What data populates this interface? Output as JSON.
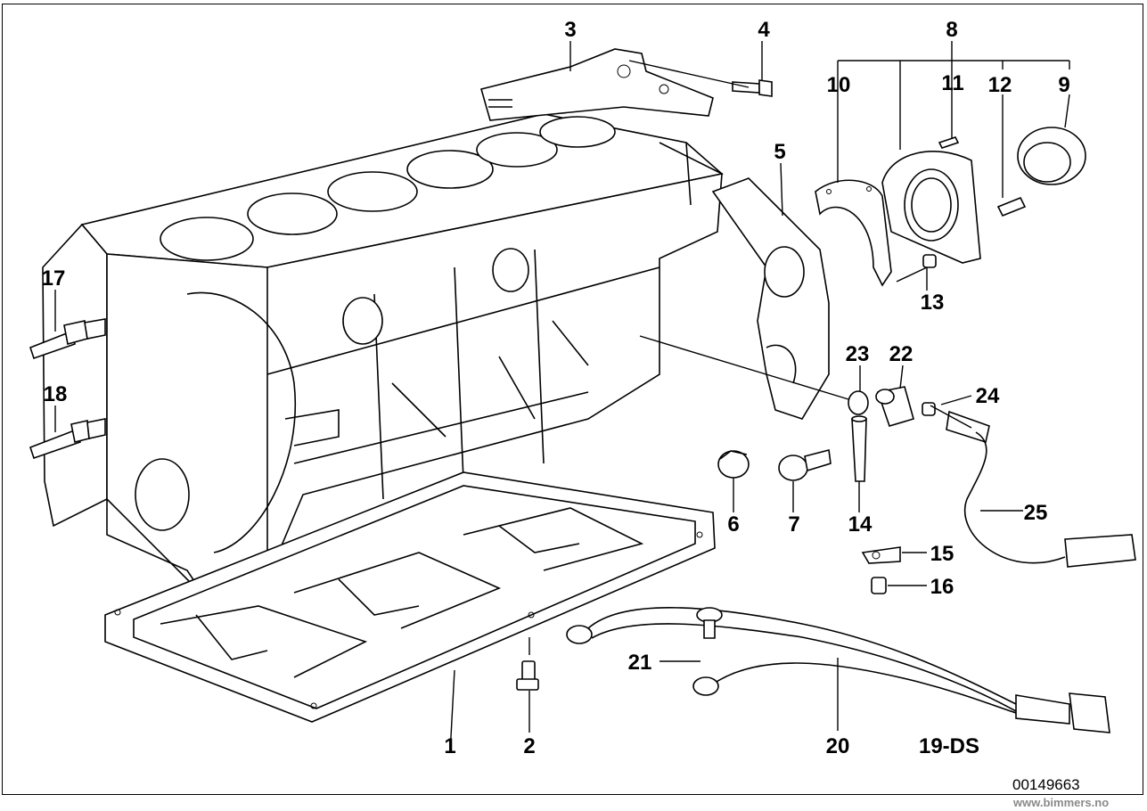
{
  "callouts": {
    "c1": "1",
    "c2": "2",
    "c3": "3",
    "c4": "4",
    "c5": "5",
    "c6": "6",
    "c7": "7",
    "c8": "8",
    "c9": "9",
    "c10": "10",
    "c11": "11",
    "c12": "12",
    "c13": "13",
    "c14": "14",
    "c15": "15",
    "c16": "16",
    "c17": "17",
    "c18": "18",
    "c20": "20",
    "c21": "21",
    "c22": "22",
    "c23": "23",
    "c24": "24",
    "c25": "25"
  },
  "diagram_code": "19-DS",
  "reference_number": "00149663",
  "watermark": "www.bimmers.no"
}
